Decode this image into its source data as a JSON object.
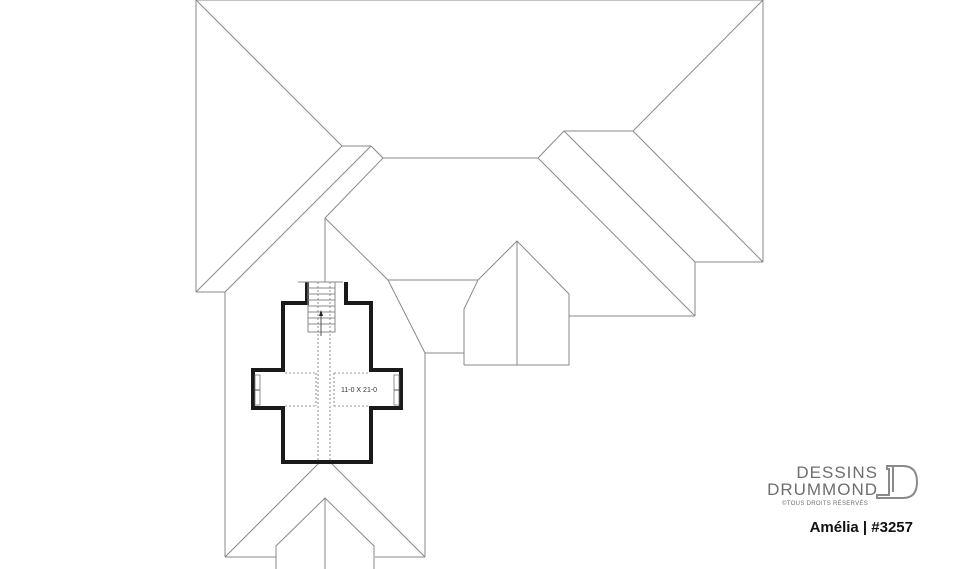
{
  "drawing": {
    "type": "roof-and-attic-floor-plan",
    "room": {
      "dimensions_label": "11-0 X 21-0"
    }
  },
  "branding": {
    "line1": "DESSINS",
    "line2": "DRUMMOND",
    "copyright": "©TOUS DROITS RÉSERVÉS",
    "plan_name": "Amélia | #3257",
    "logo_icon": "drummond-d-logo-icon"
  },
  "colors": {
    "roof_lines": "#8a8a8a",
    "walls": "#1a1a1a",
    "brand_text": "#6e6e6e",
    "background": "#ffffff"
  }
}
